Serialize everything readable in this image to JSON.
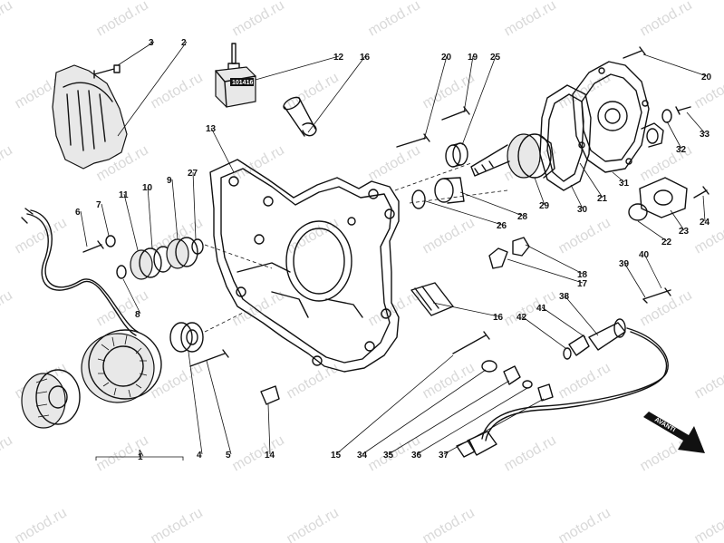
{
  "watermark": "motod.ru",
  "switch_label": "101416",
  "direction_label": "AVANTI",
  "labels": [
    "1",
    "2",
    "3",
    "4",
    "5",
    "6",
    "7",
    "8",
    "9",
    "10",
    "11",
    "12",
    "13",
    "14",
    "15",
    "16",
    "16",
    "17",
    "18",
    "19",
    "20",
    "20",
    "21",
    "22",
    "23",
    "24",
    "25",
    "26",
    "27",
    "28",
    "29",
    "30",
    "31",
    "32",
    "33",
    "34",
    "35",
    "36",
    "37",
    "38",
    "39",
    "40",
    "41",
    "42"
  ],
  "icons": [
    "generator-stator-icon",
    "flywheel-rotor-icon",
    "sprocket-cover-icon",
    "crankcase-cover-icon",
    "water-pump-icon",
    "wiring-harness-icon",
    "connector-plug-icon",
    "direction-arrow-icon"
  ]
}
